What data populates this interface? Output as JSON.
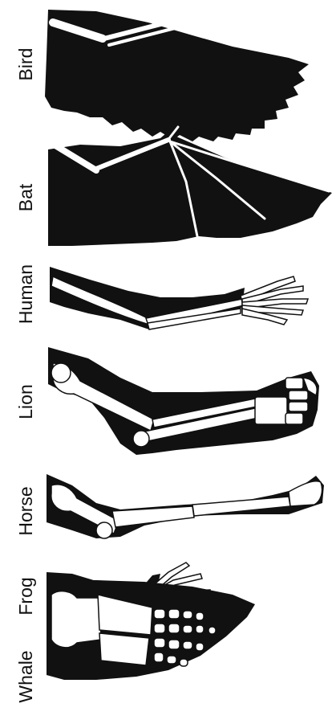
{
  "figure": {
    "labels": {
      "bird": "Bird",
      "bat": "Bat",
      "human": "Human",
      "lion": "Lion",
      "horse": "Horse",
      "frog": "Frog",
      "whale": "Whale"
    }
  },
  "colors": {
    "ink": "#111111",
    "paper": "#ffffff"
  }
}
